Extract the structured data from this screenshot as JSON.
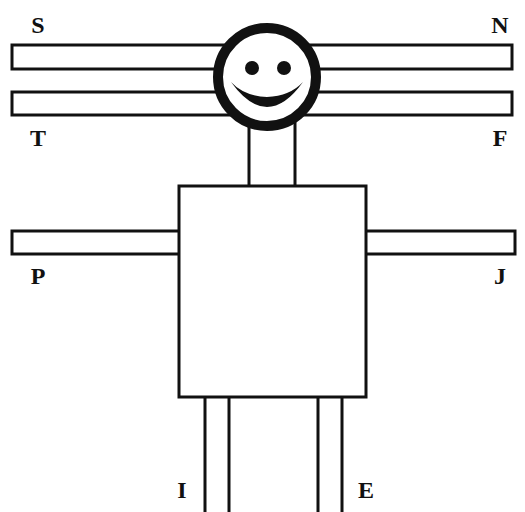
{
  "diagram": {
    "labels": [
      "S",
      "N",
      "T",
      "F",
      "P",
      "J",
      "I",
      "E"
    ]
  }
}
